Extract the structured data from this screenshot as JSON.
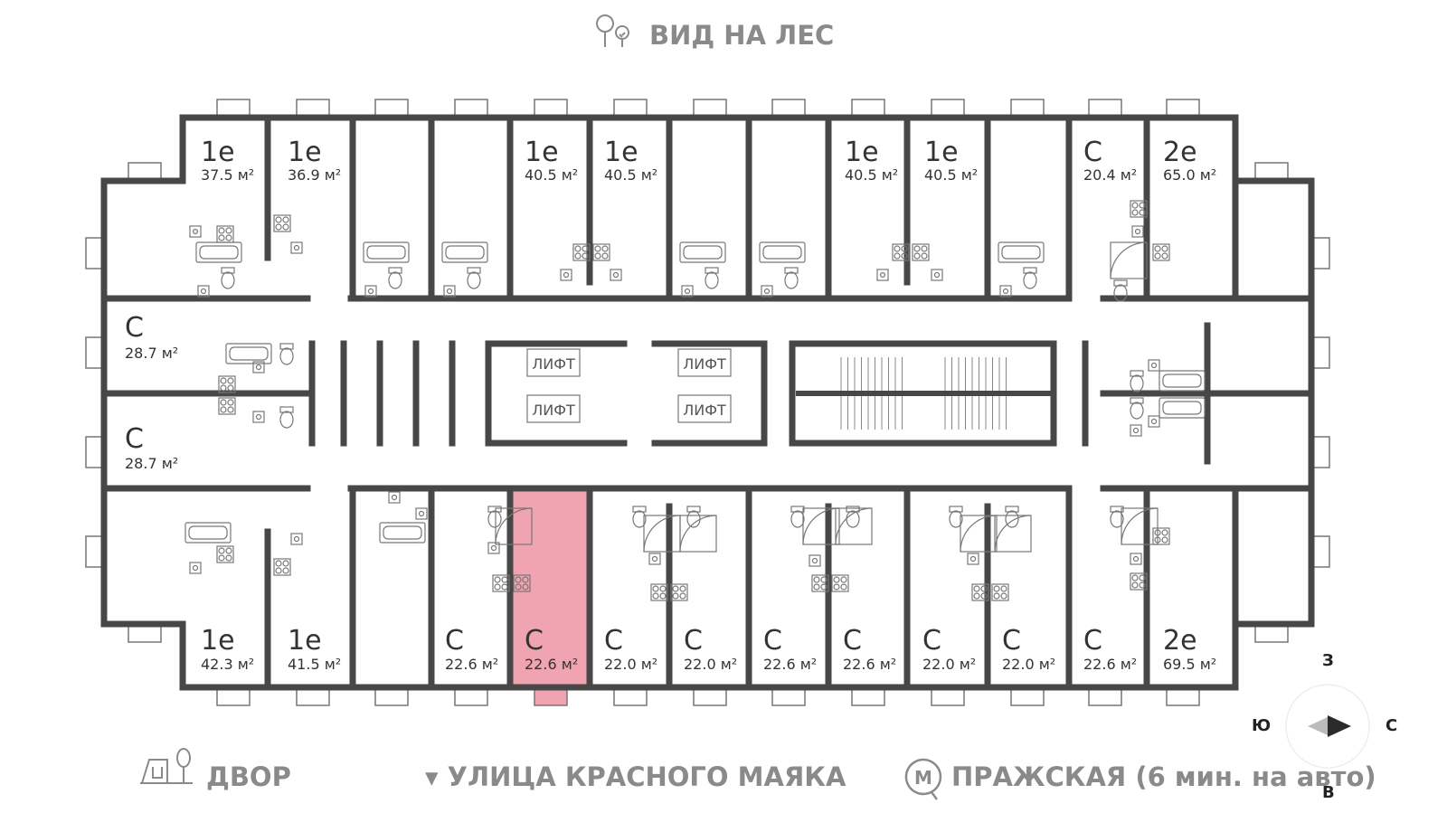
{
  "header": {
    "title": "ВИД НА ЛЕС",
    "icon": "trees-icon"
  },
  "footer": {
    "yard": {
      "label": "ДВОР",
      "icon": "playground-icon"
    },
    "street": {
      "label": "▾ УЛИЦА КРАСНОГО МАЯКА"
    },
    "metro": {
      "label": "ПРАЖСКАЯ (6 мин. на авто)",
      "icon": "metro-icon"
    }
  },
  "compass": {
    "north": "З",
    "south": "В",
    "west": "Ю",
    "east": "С",
    "icon": "compass-arrow-icon"
  },
  "elevators": [
    "ЛИФТ",
    "ЛИФТ",
    "ЛИФТ",
    "ЛИФТ"
  ],
  "colors": {
    "wall": "#444444",
    "highlight": "#f0a3b0",
    "label": "#8a8a8a"
  },
  "apartments_top": [
    {
      "type": "1е",
      "area": "37.5 м²"
    },
    {
      "type": "1е",
      "area": "36.9 м²"
    },
    {
      "type": "1е",
      "area": "40.5 м²"
    },
    {
      "type": "1е",
      "area": "40.5 м²"
    },
    {
      "type": "1е",
      "area": "40.5 м²"
    },
    {
      "type": "1е",
      "area": "40.5 м²"
    },
    {
      "type": "С",
      "area": "20.4 м²"
    },
    {
      "type": "2е",
      "area": "65.0 м²"
    }
  ],
  "apartments_left": [
    {
      "type": "С",
      "area": "28.7 м²"
    },
    {
      "type": "С",
      "area": "28.7 м²"
    }
  ],
  "apartments_bottom": [
    {
      "type": "1е",
      "area": "42.3 м²"
    },
    {
      "type": "1е",
      "area": "41.5 м²"
    },
    {
      "type": "С",
      "area": "22.6 м²"
    },
    {
      "type": "С",
      "area": "22.6 м²",
      "highlighted": true
    },
    {
      "type": "С",
      "area": "22.0 м²"
    },
    {
      "type": "С",
      "area": "22.0 м²"
    },
    {
      "type": "С",
      "area": "22.6 м²"
    },
    {
      "type": "С",
      "area": "22.6 м²"
    },
    {
      "type": "С",
      "area": "22.0 м²"
    },
    {
      "type": "С",
      "area": "22.0 м²"
    },
    {
      "type": "С",
      "area": "22.6 м²"
    },
    {
      "type": "2е",
      "area": "69.5 м²"
    }
  ]
}
